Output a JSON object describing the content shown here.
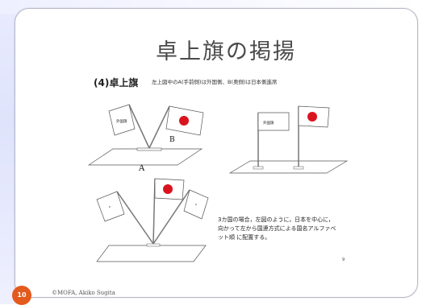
{
  "slide": {
    "title": "卓上旗の掲揚",
    "subtitle": "(4)卓上旗",
    "caption_top": "左上図中のA(手前側)は外国側、B(奥側)は日本側進席",
    "label_a": "A",
    "label_b": "B",
    "flag_text_foreign": "外国旗",
    "flag_text_foreign_2": "外国旗",
    "note": "3カ国の場合，左図のように，日本を中心に，向かって左から国連方式による国名アルファベット順 に配置する。",
    "page_dot": "9",
    "slide_number": "10",
    "credit": "©MOFA, Akiko Sugita"
  },
  "colors": {
    "sun_red": "#d9141e",
    "slide_number_bg": "#e35a1d"
  }
}
